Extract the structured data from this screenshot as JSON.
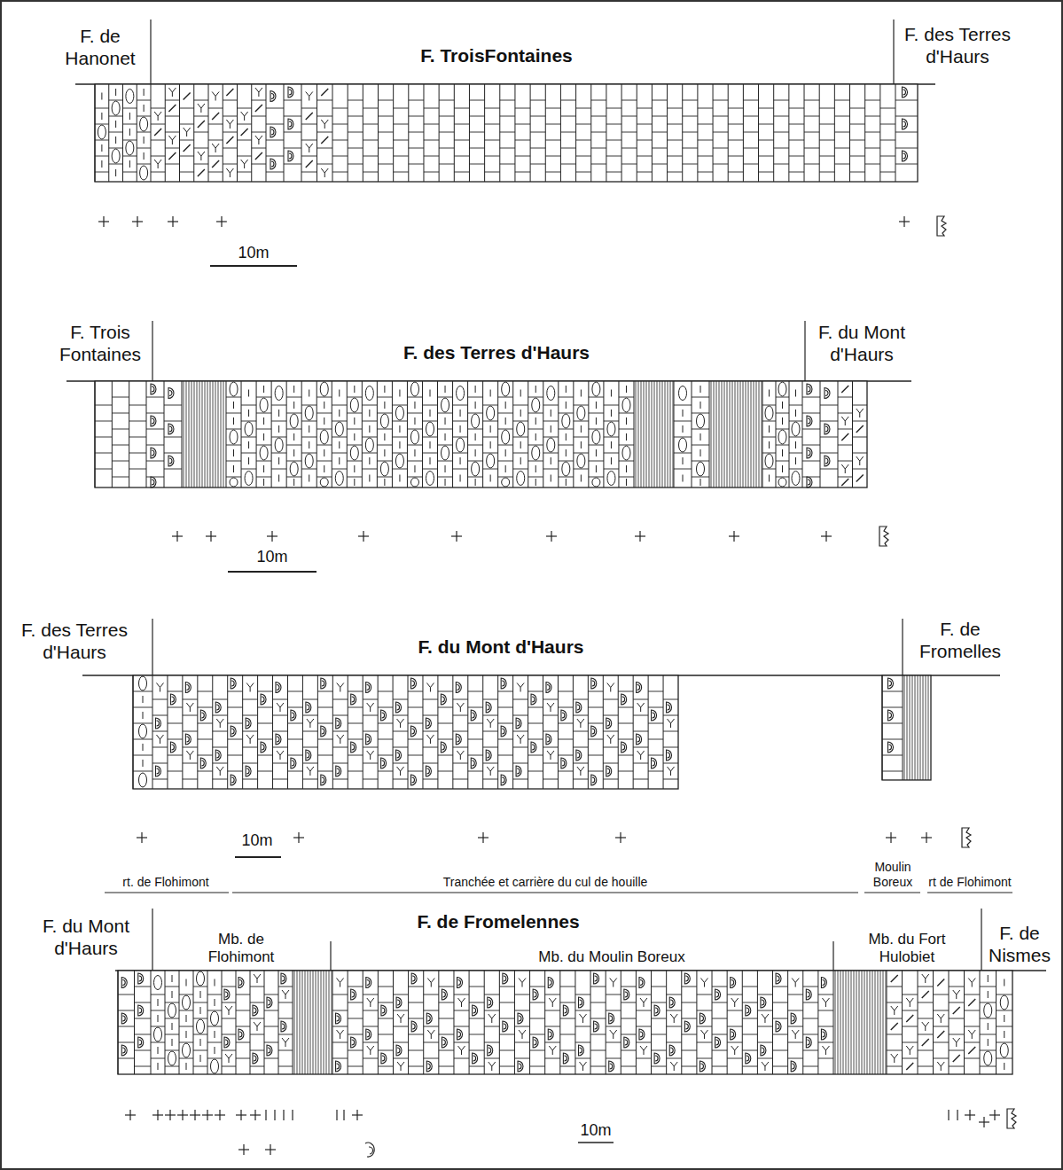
{
  "diagram": {
    "labels": [
      "F. de Hanonet",
      "F. TroisFontaines",
      "F. des Terres d'Haurs",
      "10m",
      "F. Trois Fontaines",
      "F. des Terres d'Haurs",
      "F. du Mont d'Haurs",
      "10m",
      "F. des Terres d'Haurs",
      "F. du Mont d'Haurs",
      "F. de Fromelles",
      "10m",
      "rt. de Flohimont",
      "Tranchée et carrière du cul de houille",
      "Moulin Boreux",
      "rt de Flohimont",
      "F. du Mont d'Haurs",
      "Mb. de Flohimont",
      "F. de Fromelennes",
      "Mb. du Moulin Boreux",
      "Mb. du Fort Hulobiet",
      "F. de Nismes",
      "10m"
    ]
  }
}
